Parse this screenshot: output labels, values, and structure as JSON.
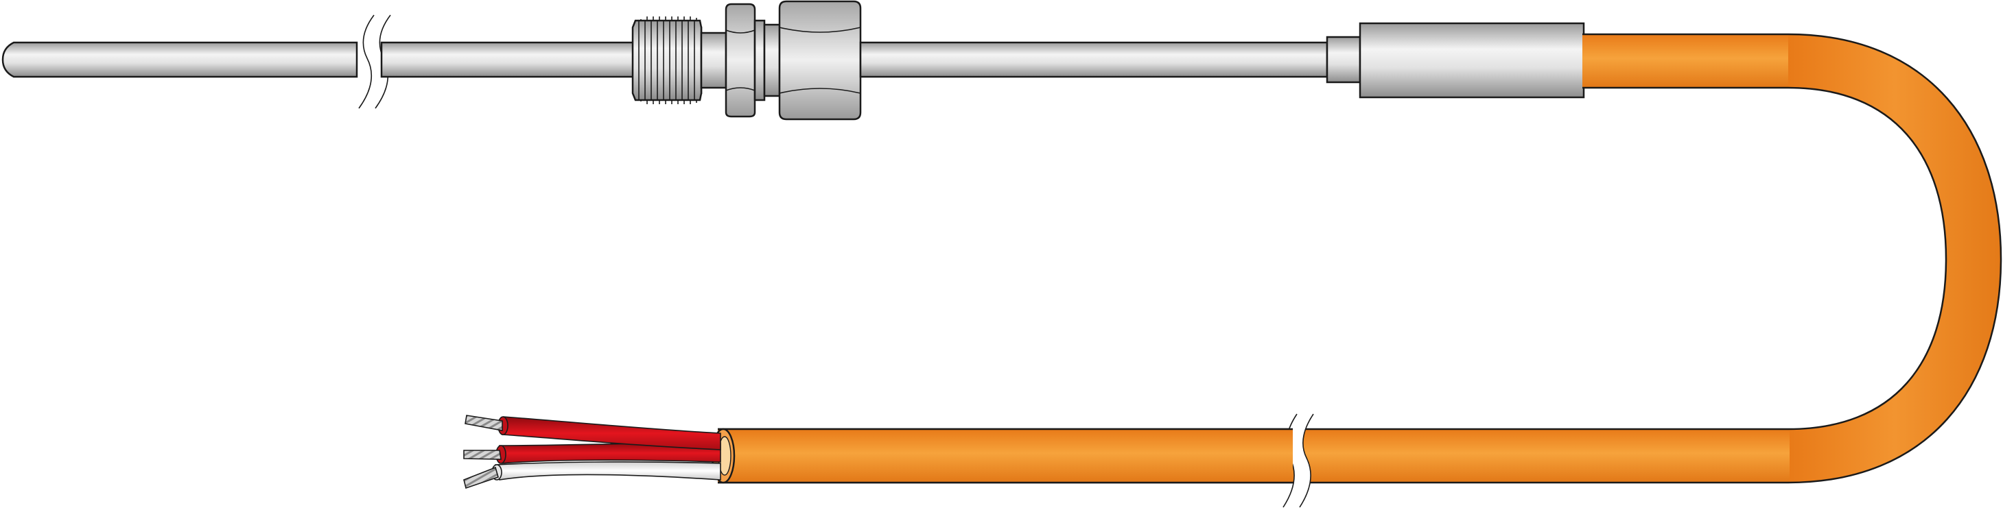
{
  "illustration": {
    "subject": "",
    "colors": {
      "background": "#ffffff",
      "outline": "#1a1a1a",
      "steel_light": "#f4f4f4",
      "steel_mid": "#c9c9c9",
      "steel_dark": "#8c8c8c",
      "cable_light": "#f6a23a",
      "cable_mid": "#ee8a22",
      "cable_dark": "#e07515",
      "wire_red": "#d4141c",
      "wire_red_dark": "#8e0a10",
      "wire_white": "#f8f8f8",
      "conductor": "#b5b5b5"
    },
    "wires": [
      {
        "color": "red"
      },
      {
        "color": "red"
      },
      {
        "color": "white"
      }
    ]
  }
}
